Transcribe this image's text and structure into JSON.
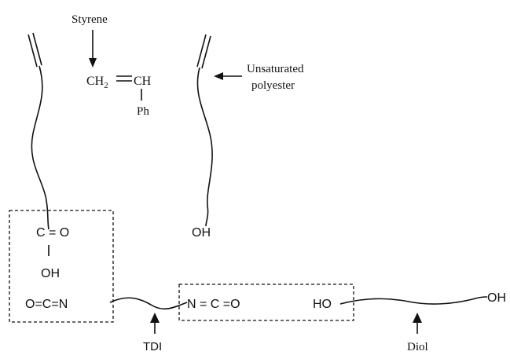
{
  "labels": {
    "styrene": "Styrene",
    "ch2": "CH",
    "ch2_sub": "2",
    "ch": "CH",
    "ph": "Ph",
    "unsaturated_line1": "Unsaturated",
    "unsaturated_line2": "polyester",
    "carbonyl": "C = O",
    "acid_oh": "OH",
    "isocyanate_left": "O=C=N",
    "isocyanate_right": "N = C =O",
    "ho": "HO",
    "chain_oh": "OH",
    "diol_oh": "OH",
    "tdi": "TDI",
    "diol": "Diol"
  }
}
